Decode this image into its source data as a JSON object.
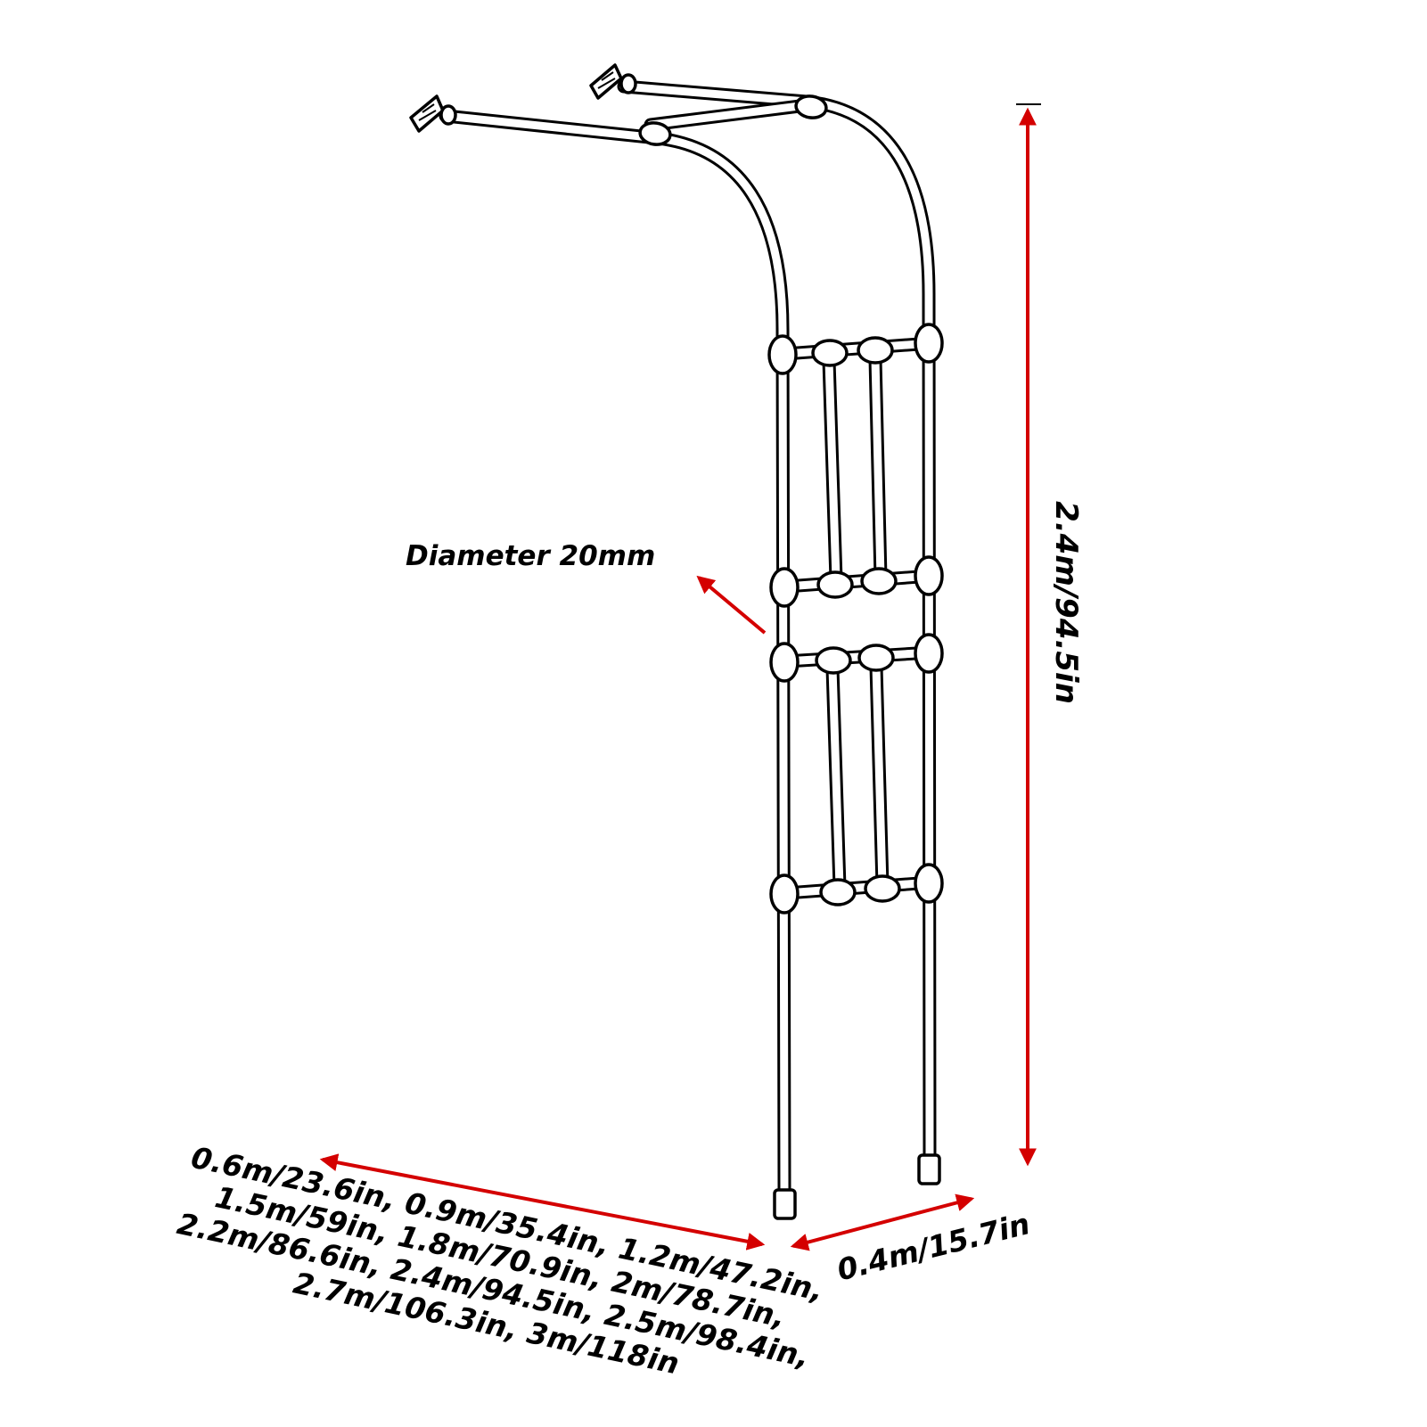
{
  "colors": {
    "dimension_arrow": "#d40000",
    "line": "#000000",
    "background": "#ffffff"
  },
  "labels": {
    "diameter": "Diameter 20mm",
    "height": "2.4m/94.5in",
    "depth": "0.4m/15.7in",
    "widths": [
      "0.6m/23.6in, 0.9m/35.4in, 1.2m/47.2in,",
      "1.5m/59in, 1.8m/70.9in, 2m/78.7in,",
      "2.2m/86.6in, 2.4m/94.5in, 2.5m/98.4in,",
      "2.7m/106.3in, 3m/118in"
    ]
  }
}
